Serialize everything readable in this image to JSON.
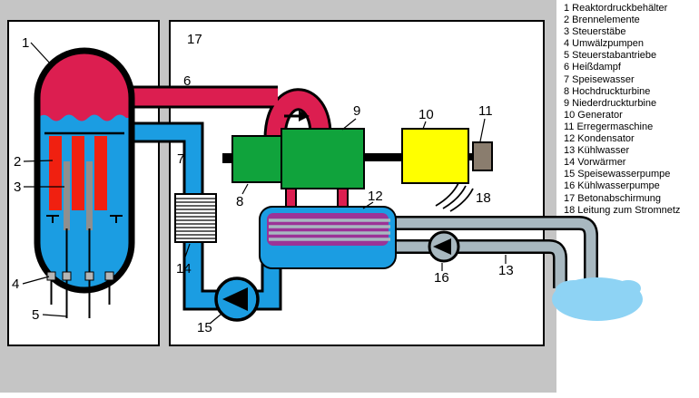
{
  "legend": {
    "items": [
      "1 Reaktordruckbehälter",
      "2 Brennelemente",
      "3 Steuerstäbe",
      "4 Umwälzpumpen",
      "5 Steuerstabantriebe",
      "6 Heißdampf",
      "7 Speisewasser",
      "8 Hochdruckturbine",
      "9 Niederdruckturbine",
      "10 Generator",
      "11 Erregermaschine",
      "12 Kondensator",
      "13 Kühlwasser",
      "14 Vorwärmer",
      "15 Speisewasserpumpe",
      "16 Kühlwasserpumpe",
      "17 Betonabschirmung",
      "18 Leitung zum Stromnetz"
    ]
  },
  "diagram": {
    "numbers": {
      "n1": "1",
      "n2": "2",
      "n3": "3",
      "n4": "4",
      "n5": "5",
      "n6": "6",
      "n7": "7",
      "n8": "8",
      "n9": "9",
      "n10": "10",
      "n11": "11",
      "n12": "12",
      "n13": "13",
      "n14": "14",
      "n15": "15",
      "n16": "16",
      "n17": "17",
      "n18": "18"
    }
  },
  "icons": {
    "flow_direction": "right-arrow",
    "pump_rotor": "left-triangle"
  },
  "colors": {
    "background_gray": "#c5c5c5",
    "containment_white": "#ffffff",
    "steam_red": "#dc1e50",
    "fuel_red": "#f02010",
    "water_blue": "#1b9de2",
    "control_rod_gray": "#8f8f8f",
    "drive_gray": "#b5b5b5",
    "turbine_green": "#10a33c",
    "generator_yellow": "#ffff00",
    "exciter_brown": "#8a7d6e",
    "condenser_purple": "#9b3397",
    "cooling_gray": "#a8b8c0",
    "pond_blue": "#8ed3f4"
  }
}
